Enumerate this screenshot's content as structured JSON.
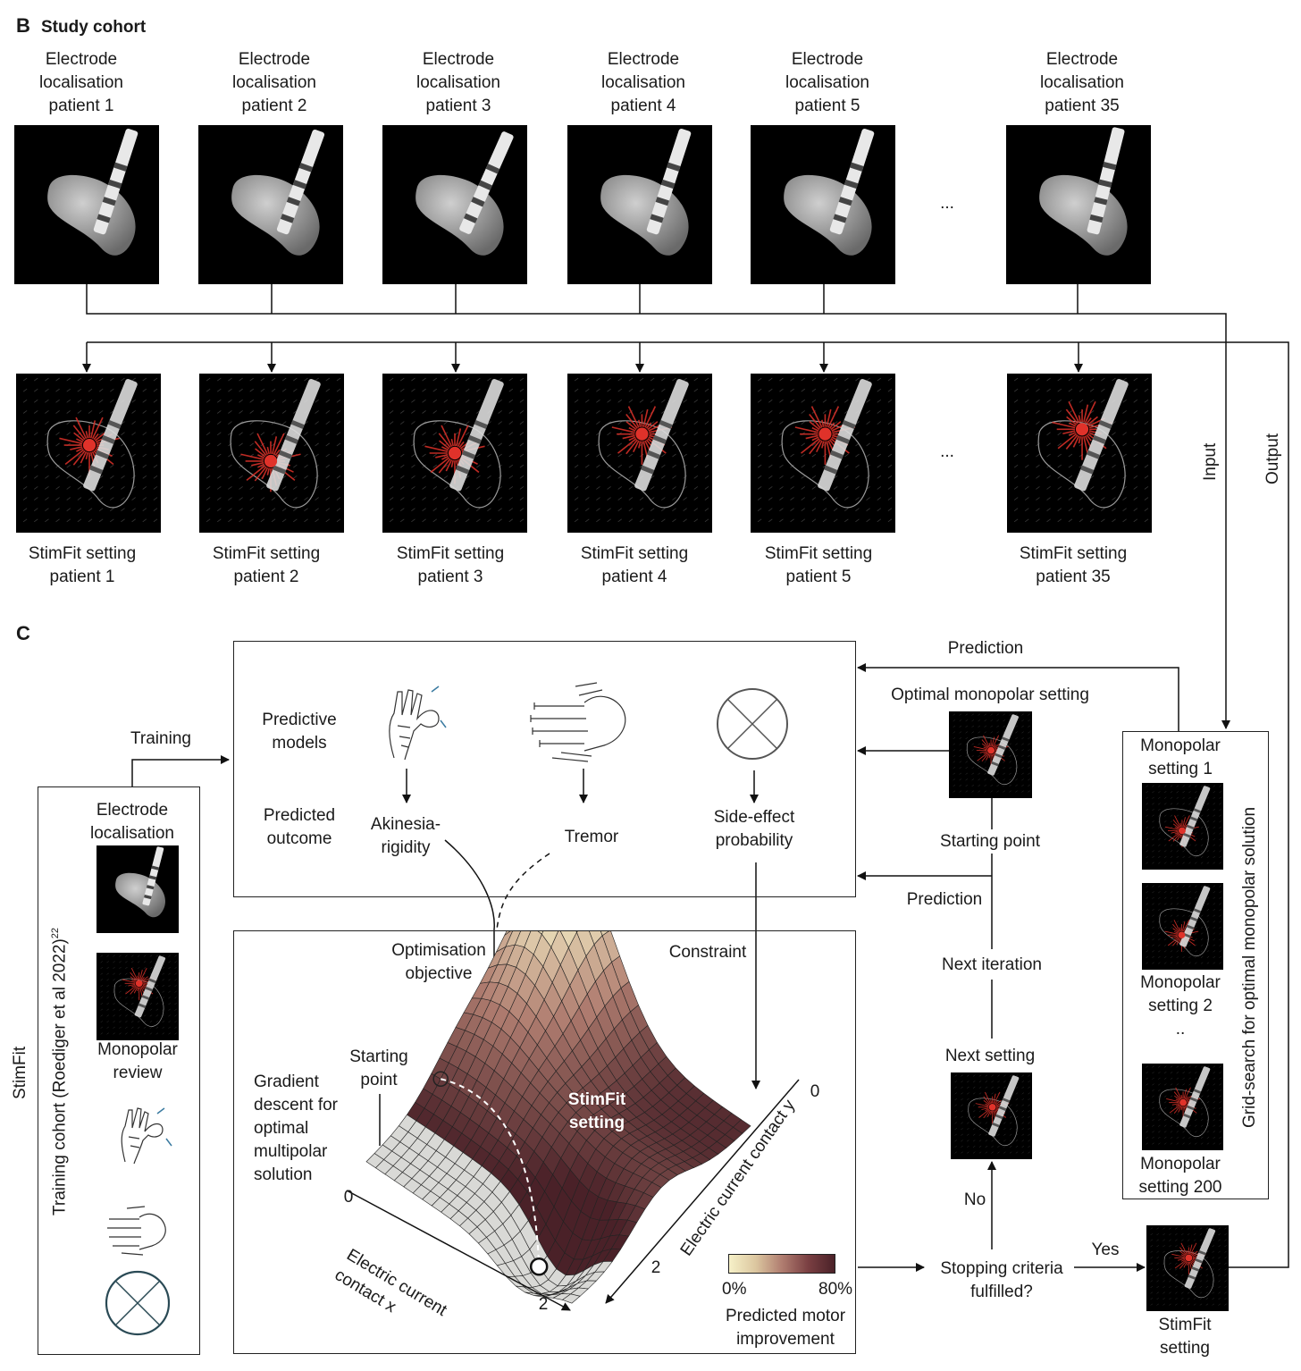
{
  "panel_b": {
    "letter": "B",
    "title": "Study cohort",
    "patients": [
      {
        "top_label": "Electrode\nlocalisation\npatient 1",
        "bottom_label": "StimFit setting\npatient 1"
      },
      {
        "top_label": "Electrode\nlocalisation\npatient 2",
        "bottom_label": "StimFit setting\npatient 2"
      },
      {
        "top_label": "Electrode\nlocalisation\npatient 3",
        "bottom_label": "StimFit setting\npatient 3"
      },
      {
        "top_label": "Electrode\nlocalisation\npatient 4",
        "bottom_label": "StimFit setting\npatient 4"
      },
      {
        "top_label": "Electrode\nlocalisation\npatient 5",
        "bottom_label": "StimFit setting\npatient 5"
      },
      {
        "top_label": "Electrode\nlocalisation\npatient 35",
        "bottom_label": "StimFit setting\npatient 35"
      }
    ],
    "ellipsis": "...",
    "input_label": "Input",
    "output_label": "Output"
  },
  "panel_c": {
    "letter": "C",
    "stimfit_label": "StimFit",
    "training_cohort_label": "Training cohort (Roediger et al 2022)",
    "training_cohort_ref": "22",
    "training_label": "Training",
    "electrode_localisation": "Electrode\nlocalisation",
    "monopolar_review": "Monopolar\nreview",
    "predictive_models": "Predictive\nmodels",
    "predicted_outcome": "Predicted\noutcome",
    "akinesia": "Akinesia-\nrigidity",
    "tremor": "Tremor",
    "side_effect": "Side-effect\nprobability",
    "optimisation_objective": "Optimisation\nobjective",
    "constraint": "Constraint",
    "starting_point_surface": "Starting\npoint",
    "gradient_descent": "Gradient\ndescent for\noptimal\nmultipolar\nsolution",
    "stimfit_setting_surface": "StimFit\nsetting",
    "axis_x_label": "Electric current contact x",
    "axis_y_label": "Electric current contact y",
    "axis_x_ticks": [
      "0",
      "2"
    ],
    "axis_y_ticks": [
      "0",
      "2"
    ],
    "colorbar_min": "0%",
    "colorbar_max": "80%",
    "colorbar_label": "Predicted motor\nimprovement",
    "prediction_top": "Prediction",
    "optimal_monopolar": "Optimal monopolar setting",
    "starting_point": "Starting point",
    "prediction_mid": "Prediction",
    "next_iteration": "Next iteration",
    "next_setting": "Next setting",
    "no_label": "No",
    "stopping_criteria": "Stopping criteria\nfulfilled?",
    "yes_label": "Yes",
    "stimfit_setting_final": "StimFit\nsetting",
    "monopolar_setting_1": "Monopolar\nsetting 1",
    "monopolar_setting_2": "Monopolar\nsetting 2",
    "monopolar_dots": "..",
    "monopolar_setting_200": "Monopolar\nsetting 200",
    "grid_search": "Grid-search for optimal monopolar solution"
  },
  "colors": {
    "stimulation_red": "#e0322a",
    "colorbar_low": "#f6f1c8",
    "colorbar_high": "#4a2128",
    "circle_stroke": "#2a4a55"
  }
}
